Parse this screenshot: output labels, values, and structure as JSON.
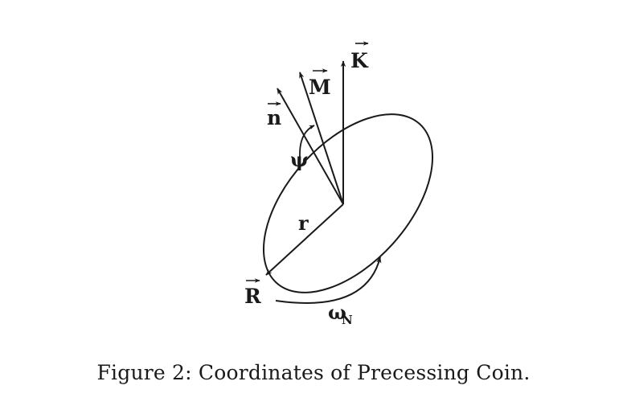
{
  "labels": {
    "K": "K",
    "M": "M",
    "n": "n",
    "R": "R",
    "r": "r",
    "psi": "ψ",
    "omega": "ω",
    "omega_sub": "N"
  },
  "caption": "Figure 2: Coordinates of Precessing Coin.",
  "colors": {
    "ink": "#1a1a1a",
    "background": "#ffffff"
  }
}
